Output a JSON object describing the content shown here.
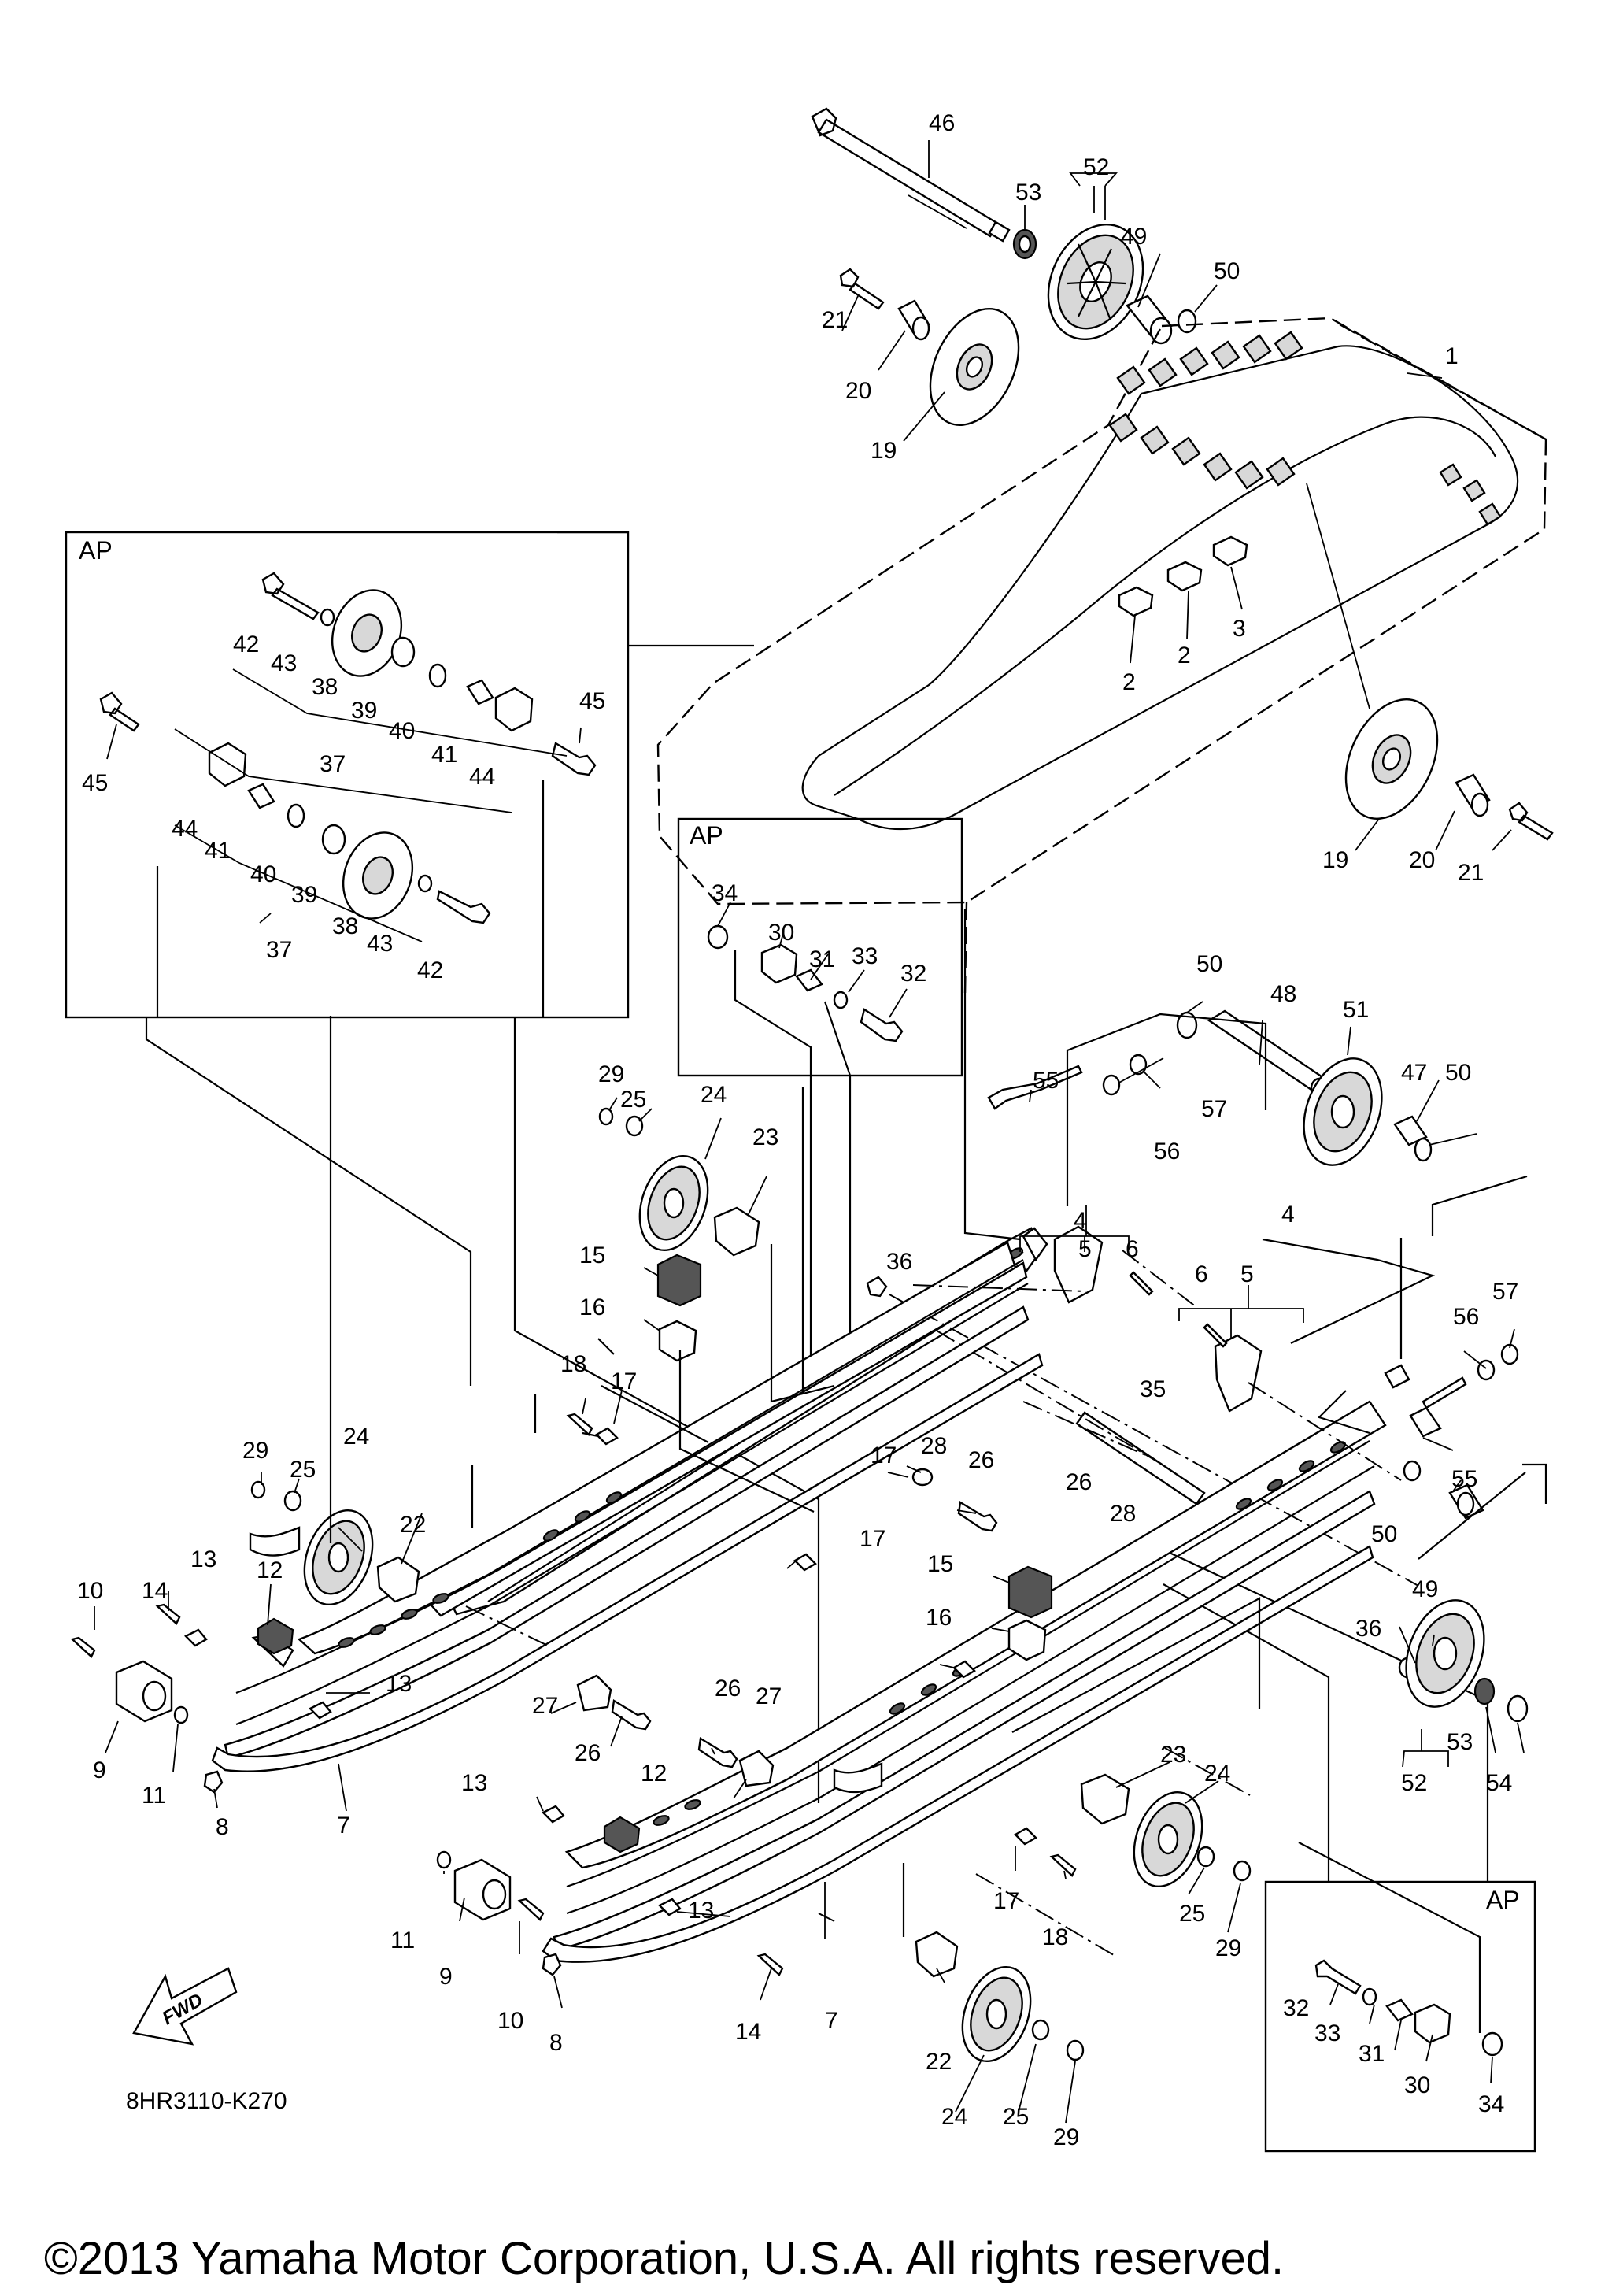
{
  "diagram": {
    "part_code": "8HR3110-K270",
    "copyright": "©2013 Yamaha Motor Corporation, U.S.A. All rights reserved.",
    "fwd_label": "FWD",
    "ap_label": "AP",
    "callouts": [
      "1",
      "2",
      "2",
      "3",
      "4",
      "4",
      "5",
      "5",
      "6",
      "6",
      "7",
      "7",
      "8",
      "8",
      "9",
      "9",
      "10",
      "10",
      "11",
      "11",
      "12",
      "12",
      "13",
      "13",
      "13",
      "13",
      "14",
      "14",
      "15",
      "15",
      "16",
      "16",
      "17",
      "17",
      "17",
      "17",
      "18",
      "18",
      "19",
      "19",
      "20",
      "20",
      "21",
      "21",
      "22",
      "22",
      "23",
      "23",
      "24",
      "24",
      "24",
      "24",
      "25",
      "25",
      "25",
      "25",
      "26",
      "26",
      "26",
      "26",
      "27",
      "27",
      "28",
      "28",
      "29",
      "29",
      "29",
      "29",
      "30",
      "30",
      "31",
      "31",
      "32",
      "32",
      "33",
      "33",
      "34",
      "34",
      "35",
      "36",
      "36",
      "37",
      "37",
      "38",
      "38",
      "39",
      "39",
      "40",
      "40",
      "41",
      "41",
      "42",
      "42",
      "43",
      "43",
      "44",
      "44",
      "45",
      "45",
      "46",
      "47",
      "48",
      "49",
      "49",
      "50",
      "50",
      "50",
      "50",
      "51",
      "52",
      "52",
      "53",
      "53",
      "54",
      "55",
      "55",
      "56",
      "56",
      "57",
      "57"
    ]
  }
}
